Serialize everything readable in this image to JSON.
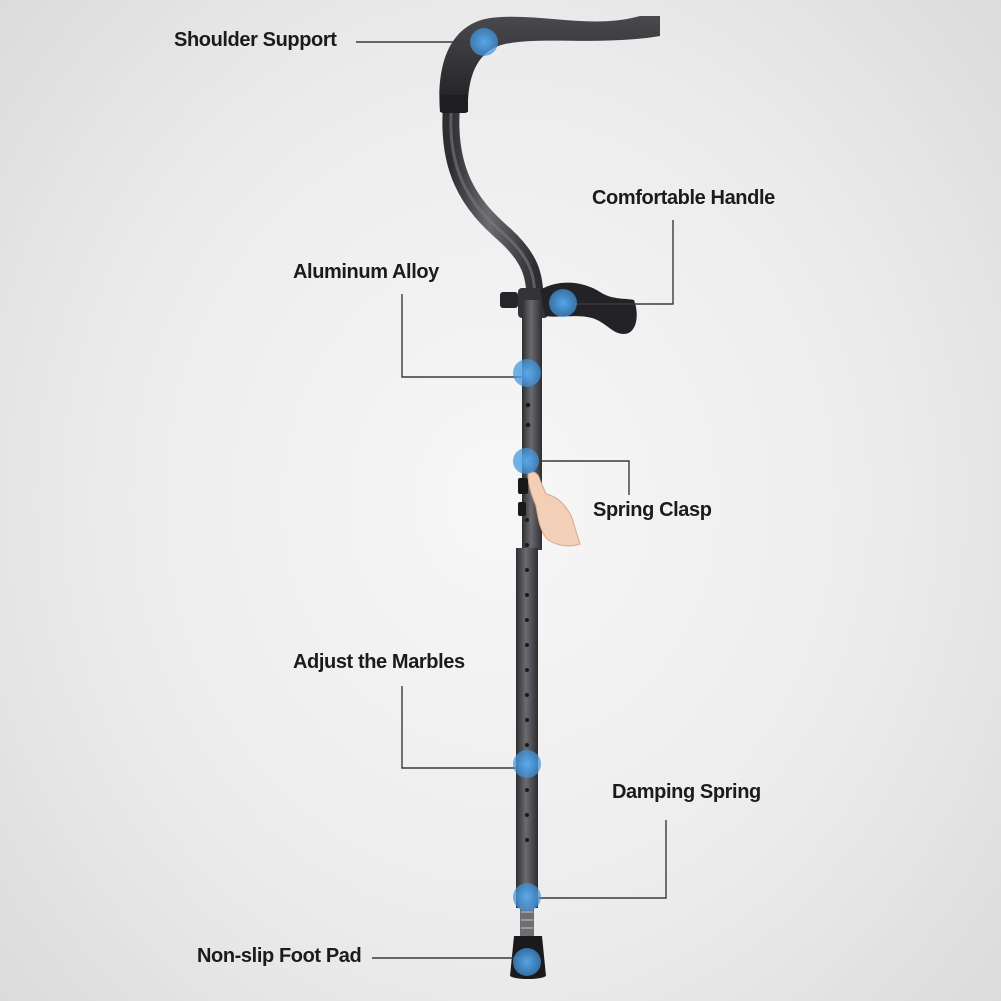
{
  "labels": {
    "shoulder_support": "Shoulder Support",
    "comfortable_handle": "Comfortable Handle",
    "aluminum_alloy": "Aluminum Alloy",
    "spring_clasp": "Spring Clasp",
    "adjust_the_marbles": "Adjust the Marbles",
    "damping_spring": "Damping Spring",
    "non_slip_foot_pad": "Non-slip Foot Pad"
  },
  "colors": {
    "background": "#ececec",
    "crutch_body": "#4a4a4e",
    "pad": "#2b2b2e",
    "leader_line": "#3a3a3a",
    "marker_dot": "#3f94dc",
    "label_text": "#1b1b1b"
  }
}
